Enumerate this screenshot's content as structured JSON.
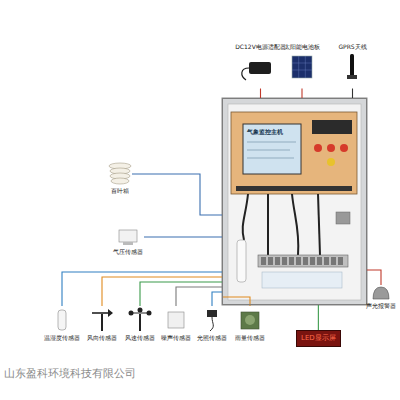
{
  "diagram": {
    "nodes": [
      {
        "text": [
          "气象监控主机"
        ]
      },
      {
        "text": [
          "DC12V电源适配器"
        ]
      },
      {
        "text": [
          "太阳能电池板"
        ]
      },
      {
        "text": [
          "GPRS天线"
        ]
      },
      {
        "text": [
          "百叶箱"
        ]
      },
      {
        "text": [
          "气压传感器"
        ]
      },
      {
        "text": [
          "温湿度传感器"
        ]
      },
      {
        "text": [
          "风向传感器"
        ]
      },
      {
        "text": [
          "风速传感器"
        ]
      },
      {
        "text": [
          "噪声传感器"
        ]
      },
      {
        "text": [
          "光照传感器"
        ]
      },
      {
        "text": [
          "雨量传感器"
        ]
      },
      {
        "text": [
          "LED显示屏"
        ]
      },
      {
        "text": [
          "声光报警器"
        ]
      }
    ],
    "edges": [
      {
        "from": 1,
        "to": 0,
        "arrow": "none"
      },
      {
        "from": 2,
        "to": 0,
        "arrow": "none"
      },
      {
        "from": 3,
        "to": 0,
        "arrow": "none"
      },
      {
        "from": 4,
        "to": 0,
        "arrow": "none"
      },
      {
        "from": 5,
        "to": 0,
        "arrow": "none"
      },
      {
        "from": 6,
        "to": 0,
        "arrow": "none"
      },
      {
        "from": 7,
        "to": 0,
        "arrow": "none"
      },
      {
        "from": 8,
        "to": 0,
        "arrow": "none"
      },
      {
        "from": 9,
        "to": 0,
        "arrow": "none"
      },
      {
        "from": 10,
        "to": 0,
        "arrow": "none"
      },
      {
        "from": 11,
        "to": 0,
        "arrow": "none"
      },
      {
        "from": 0,
        "to": 12,
        "arrow": "none"
      },
      {
        "from": 0,
        "to": 13,
        "arrow": "none"
      }
    ],
    "labels": [
      "山东盈科环境科技有限公司"
    ]
  }
}
